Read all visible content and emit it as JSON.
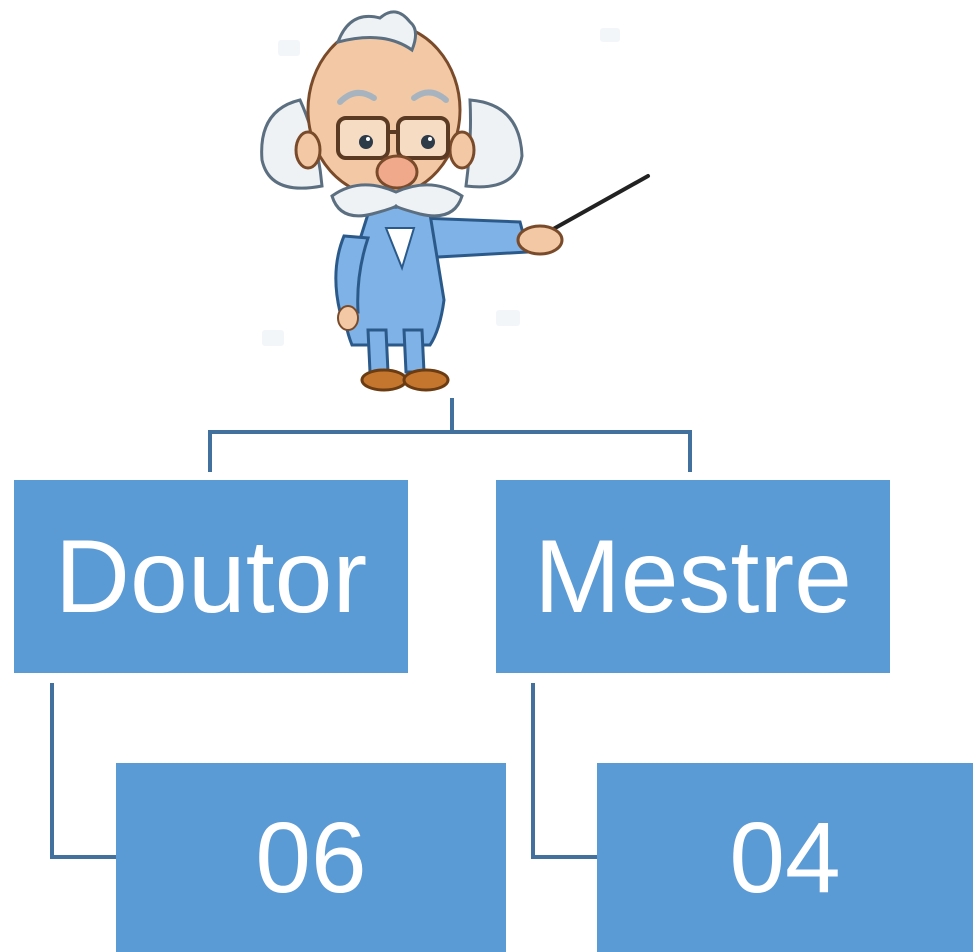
{
  "colors": {
    "box_fill": "#5b9bd5",
    "connector": "#41719c",
    "box_text": "#ffffff"
  },
  "illustration": {
    "icon": "professor-with-pointer-icon"
  },
  "nodes": {
    "doutor": {
      "label": "Doutor",
      "children": [
        "06"
      ]
    },
    "mestre": {
      "label": "Mestre",
      "children": [
        "04"
      ]
    }
  },
  "values": {
    "doutor_count": "06",
    "mestre_count": "04"
  }
}
